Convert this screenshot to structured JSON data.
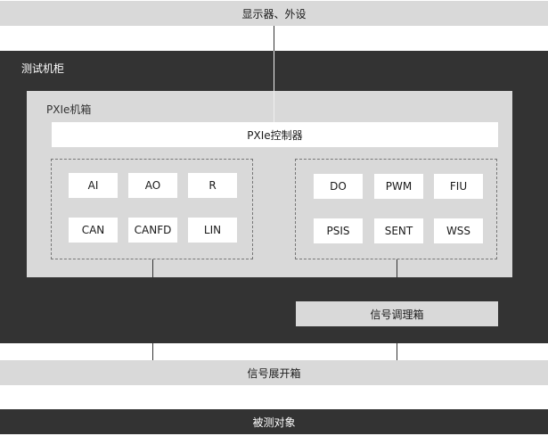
{
  "top_bar": {
    "label": "显示器、外设"
  },
  "cabinet": {
    "label": "测试机柜"
  },
  "chassis": {
    "label": "PXIe机箱"
  },
  "controller": {
    "label": "PXIe控制器"
  },
  "left_group": {
    "modules": [
      "AI",
      "AO",
      "R",
      "CAN",
      "CANFD",
      "LIN"
    ]
  },
  "right_group": {
    "modules": [
      "DO",
      "PWM",
      "FIU",
      "PSIS",
      "SENT",
      "WSS"
    ]
  },
  "signal_conditioning": {
    "label": "信号调理箱"
  },
  "breakout_box": {
    "label": "信号展开箱"
  },
  "dut": {
    "label": "被测对象"
  }
}
